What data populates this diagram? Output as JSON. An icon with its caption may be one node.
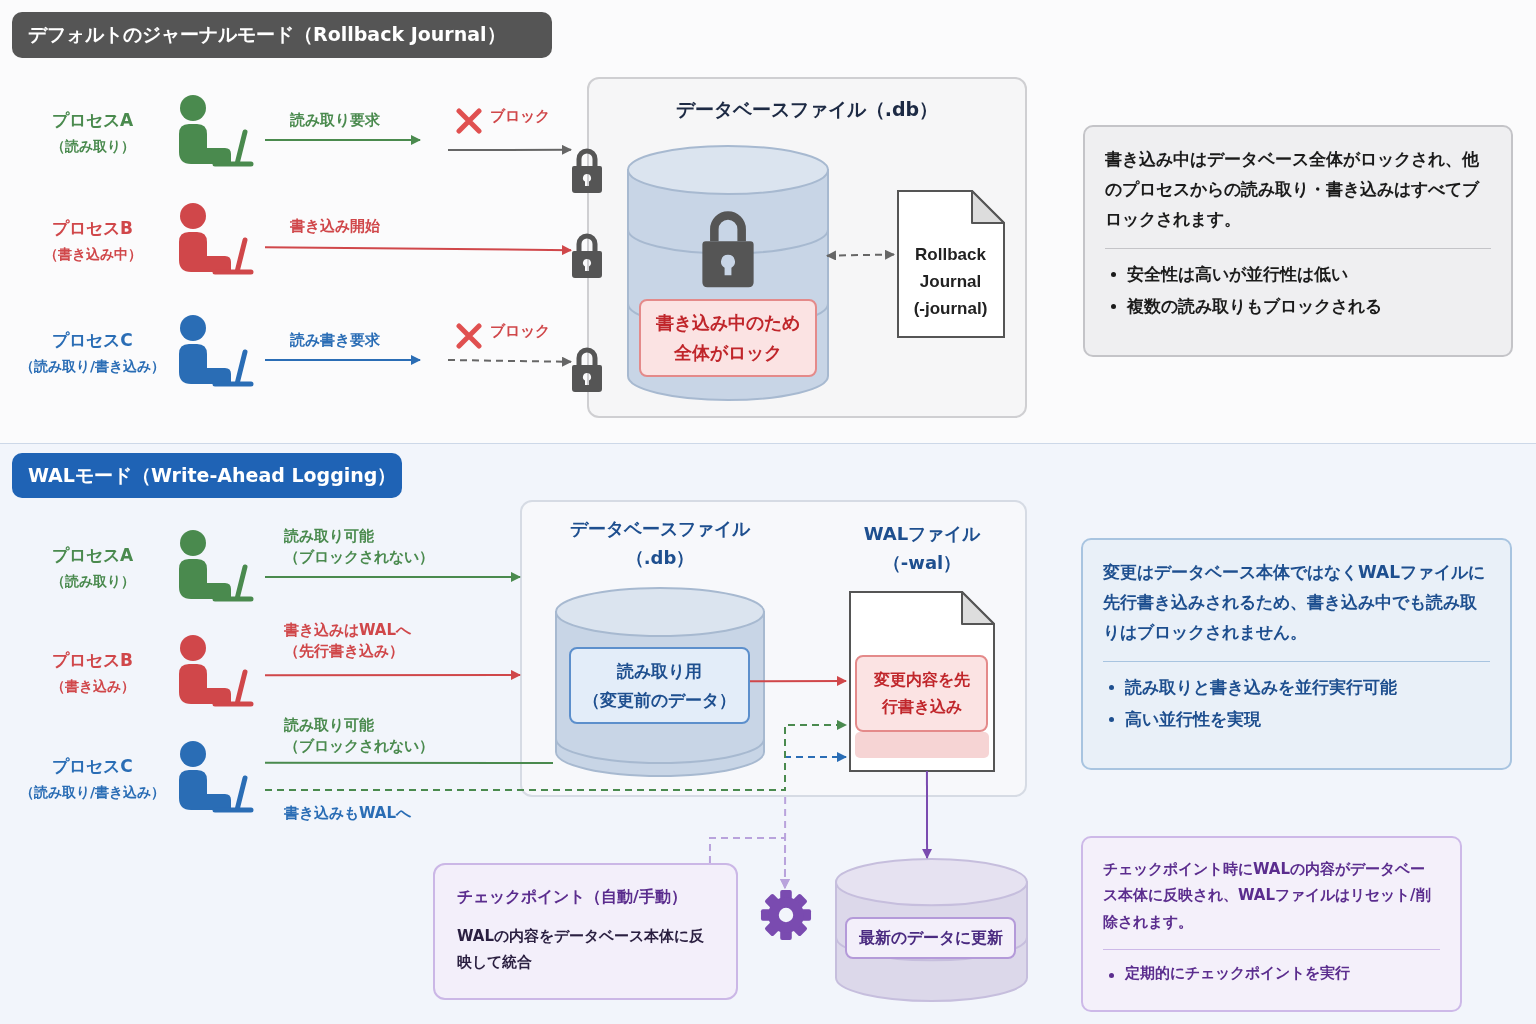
{
  "diagram": {
    "nodes": [
      {
        "text": [
          "デフォルトのジャーナルモード（Rollback Journal）"
        ]
      },
      {
        "text": [
          "プロセスA",
          "（読み取り）"
        ]
      },
      {
        "text": [
          "プロセスB",
          "（書き込み中）"
        ]
      },
      {
        "text": [
          "プロセスC",
          "（読み取り/書き込み）"
        ]
      },
      {
        "text": [],
        "shape": "lock"
      },
      {
        "text": [],
        "shape": "lock"
      },
      {
        "text": [],
        "shape": "lock"
      },
      {
        "text": [
          "データベースファイル（.db）"
        ]
      },
      {
        "text": [],
        "shape": "cylinder",
        "in": 7
      },
      {
        "text": [
          "書き込み中のため全体がロック"
        ],
        "in": 8
      },
      {
        "text": [
          "Rollback Journal (-journal)"
        ],
        "in": 7
      },
      {
        "text": [
          "書き込み中はデータベース全体がロックされ、他のプロセスからの読み取り・書き込みはすべてブロックされます。",
          "安全性は高いが並行性は低い",
          "複数の読み取りもブロックされる"
        ]
      },
      {
        "text": [
          "WALモード（Write-Ahead Logging）"
        ]
      },
      {
        "text": [
          "プロセスA",
          "（読み取り）"
        ]
      },
      {
        "text": [
          "プロセスB",
          "（書き込み）"
        ]
      },
      {
        "text": [
          "プロセスC",
          "（読み取り/書き込み）"
        ]
      },
      {
        "text": [],
        "shape": "box"
      },
      {
        "text": [
          "データベースファイル（.db）"
        ],
        "in": 16
      },
      {
        "text": [
          "読み取り用（変更前のデータ）"
        ],
        "in": 17
      },
      {
        "text": [
          "WALファイル（-wal）"
        ],
        "in": 16
      },
      {
        "text": [
          "変更内容を先行書き込み"
        ],
        "in": 19
      },
      {
        "text": [
          "チェックポイント（自動/手動）",
          "WALの内容をデータベース本体に反映して統合"
        ]
      },
      {
        "text": [],
        "shape": "gear"
      },
      {
        "text": [],
        "shape": "cylinder"
      },
      {
        "text": [
          "最新のデータに更新"
        ],
        "in": 23
      },
      {
        "text": [
          "変更はデータベース本体ではなくWALファイルに先行書き込みされるため、書き込み中でも読み取りはブロックされません。",
          "読み取りと書き込みを並行実行可能",
          "高い並行性を実現"
        ]
      },
      {
        "text": [
          "チェックポイント時にWALの内容がデータベース本体に反映され、WALファイルはリセット/削除されます。",
          "定期的にチェックポイントを実行"
        ]
      }
    ],
    "edges": [
      {
        "from": 1,
        "to": null,
        "arrow": "to",
        "label": "読み取り要求",
        "color": "#4a8a4e"
      },
      {
        "from": null,
        "to": 4,
        "arrow": "to",
        "label": "ブロック"
      },
      {
        "from": 2,
        "to": 5,
        "arrow": "to",
        "label": "書き込み開始",
        "color": "#d0474a"
      },
      {
        "from": 3,
        "to": null,
        "arrow": "to",
        "label": "読み書き要求",
        "color": "#2a6db5"
      },
      {
        "from": null,
        "to": 6,
        "arrow": "to",
        "label": "ブロック",
        "style": "dashed"
      },
      {
        "from": 8,
        "to": 10,
        "arrow": "both",
        "style": "dashed"
      },
      {
        "from": 13,
        "to": 16,
        "arrow": "to",
        "label": "読み取り可能（ブロックされない）",
        "color": "#4a8a4e"
      },
      {
        "from": 14,
        "to": 16,
        "arrow": "to",
        "label": "書き込みはWALへ（先行書き込み）",
        "color": "#d0474a"
      },
      {
        "from": 15,
        "to": 17,
        "arrow": "none",
        "label": "読み取り可能（ブロックされない）",
        "color": "#4a8a4e"
      },
      {
        "from": 15,
        "to": 19,
        "arrow": "to",
        "label": "書き込みもWALへ",
        "style": "dashed",
        "color": "#2a6db5"
      },
      {
        "from": 15,
        "to": 19,
        "arrow": "to",
        "style": "dashed",
        "color": "#4a8a4e"
      },
      {
        "from": 18,
        "to": 19,
        "arrow": "to",
        "color": "#d0474a"
      },
      {
        "from": 16,
        "to": 22,
        "arrow": "to",
        "style": "dashed",
        "color": "#b9a3dc"
      },
      {
        "from": 21,
        "to": 22,
        "arrow": "to",
        "style": "dashed",
        "color": "#b9a3dc"
      },
      {
        "from": 19,
        "to": 23,
        "arrow": "to",
        "color": "#7a4bb0"
      }
    ]
  }
}
